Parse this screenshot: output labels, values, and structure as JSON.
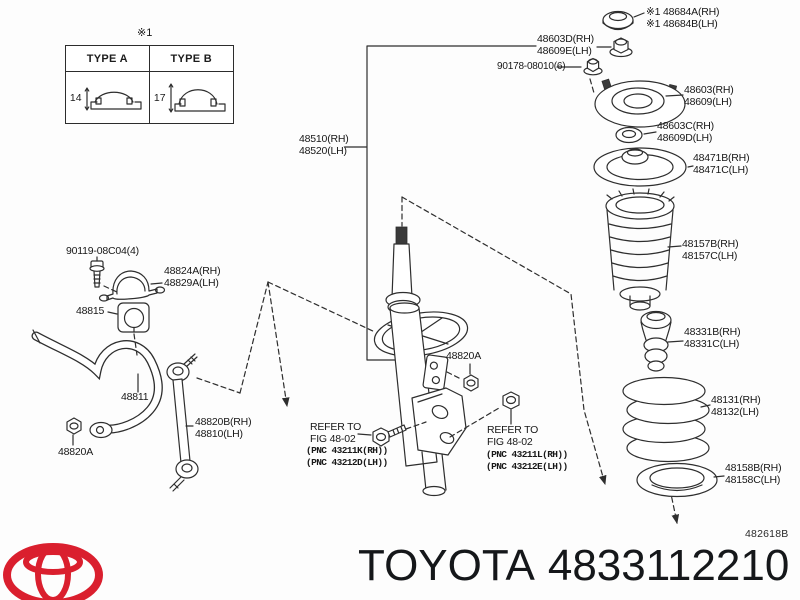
{
  "type_table": {
    "footnote": "※1",
    "type_a": "TYPE A",
    "type_b": "TYPE B",
    "dim_a": "14",
    "dim_b": "17"
  },
  "labels": {
    "cap": "※1 48684A(RH)\n※1 48684B(LH)",
    "support_nut": "48603D(RH)\n48609E(LH)",
    "rod_nut": "90178-08010(6)",
    "strut_mount": "48603(RH)\n48609(LH)",
    "bearing": "48603C(RH)\n48609D(LH)",
    "upper_seat": "48471B(RH)\n48471C(LH)",
    "dust_boot": "48157B(RH)\n48157C(LH)",
    "bump_stop": "48331B(RH)\n48331C(LH)",
    "coil_spring": "48131(RH)\n48132(LH)",
    "lower_insulator": "48158B(RH)\n48158C(LH)",
    "strut": "48510(RH)\n48520(LH)",
    "stab_bolt": "90119-08C04(4)",
    "stab_bracket": "48824A(RH)\n48829A(LH)",
    "stab_bushing": "48815",
    "stab_bar": "48811",
    "stab_link": "48820B(RH)\n48810(LH)",
    "stab_nut_left": "48820A",
    "stab_nut_center": "48820A",
    "refer_left_title": "REFER TO\nFIG 48-02",
    "refer_left_pnc": "(PNC 43211K(RH))\n(PNC 43212D(LH))",
    "refer_right_title": "REFER TO\nFIG 48-02",
    "refer_right_pnc": "(PNC 43211L(RH))\n(PNC 43212E(LH))",
    "diagram_code": "482618B"
  },
  "footer": {
    "brand": "TOYOTA",
    "part_number": "4833112210",
    "logo_color": "#da1f2e"
  }
}
